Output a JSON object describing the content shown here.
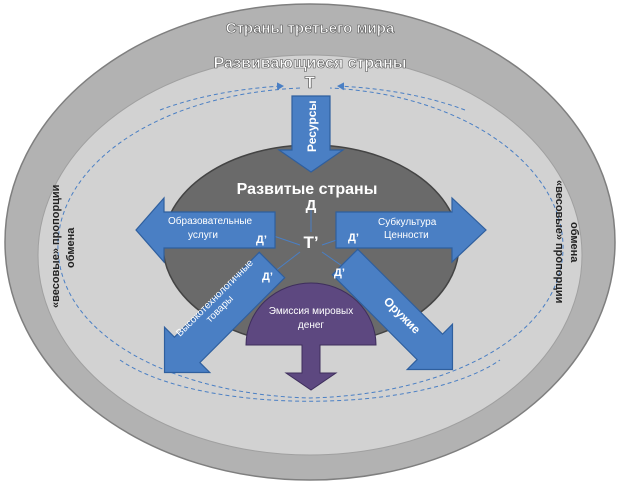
{
  "outer": {
    "label": "Страны третьего мира"
  },
  "developing": {
    "label": "Развивающиеся страны",
    "symbol": "Т"
  },
  "resources": {
    "label": "Ресурсы"
  },
  "developed": {
    "label": "Развитые страны",
    "symbol_d": "Д",
    "symbol_t": "Т’"
  },
  "arrows": {
    "education": {
      "line1": "Образовательные",
      "line2": "услуги",
      "symbol": "Д’"
    },
    "subculture": {
      "line1": "Субкультура",
      "line2": "Ценности",
      "symbol": "Д’"
    },
    "hightech": {
      "line1": "Высокотехнологичные",
      "line2": "товары",
      "symbol": "Д’"
    },
    "weapons": {
      "line1": "Оружие",
      "symbol": "Д’"
    }
  },
  "emission": {
    "line1": "Эмиссия мировых",
    "line2": "денег"
  },
  "side_left": {
    "line1": "«весовые» пропорции",
    "line2": "обмена"
  },
  "side_right": {
    "line1": "«весовые» пропорции",
    "line2": "обмена"
  },
  "colors": {
    "outer_fill": "#b2b2b2",
    "outer_border": "#7f7f7f",
    "inner_fill": "#d2d2d2",
    "developed_fill": "#6a6a6a",
    "arrow_blue": "#4a7fc4",
    "emission_purple": "#5d4880"
  }
}
